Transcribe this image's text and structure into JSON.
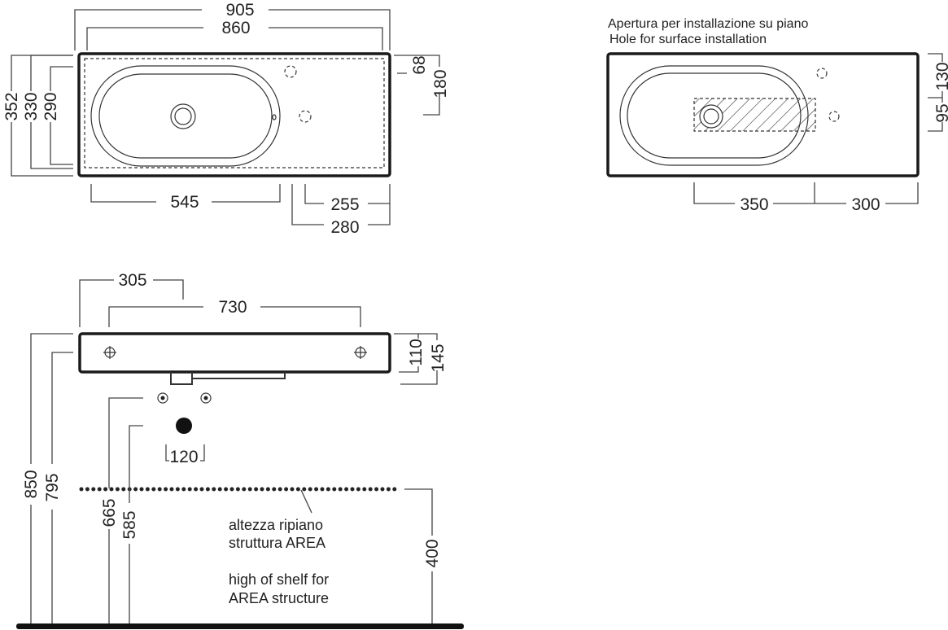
{
  "top_view": {
    "dims": {
      "overall_width": "905",
      "inner_width": "860",
      "depth_352": "352",
      "depth_330": "330",
      "depth_290": "290",
      "tap_68": "68",
      "tap_180": "180",
      "basin_545": "545",
      "tap_255": "255",
      "tap_280": "280"
    }
  },
  "surface_view": {
    "title_it": "Apertura per installazione su piano",
    "title_en": "Hole for surface installation",
    "dims": {
      "d130": "130",
      "d95": "95",
      "d350": "350",
      "d300": "300"
    }
  },
  "front_view": {
    "dims": {
      "d305": "305",
      "d730": "730",
      "d110": "110",
      "d145": "145",
      "d120": "120",
      "d850": "850",
      "d795": "795",
      "d665": "665",
      "d585": "585",
      "d400": "400"
    },
    "notes": {
      "it_line1": "altezza ripiano",
      "it_line2": "struttura AREA",
      "en_line1": "high of shelf for",
      "en_line2": "AREA structure"
    }
  }
}
